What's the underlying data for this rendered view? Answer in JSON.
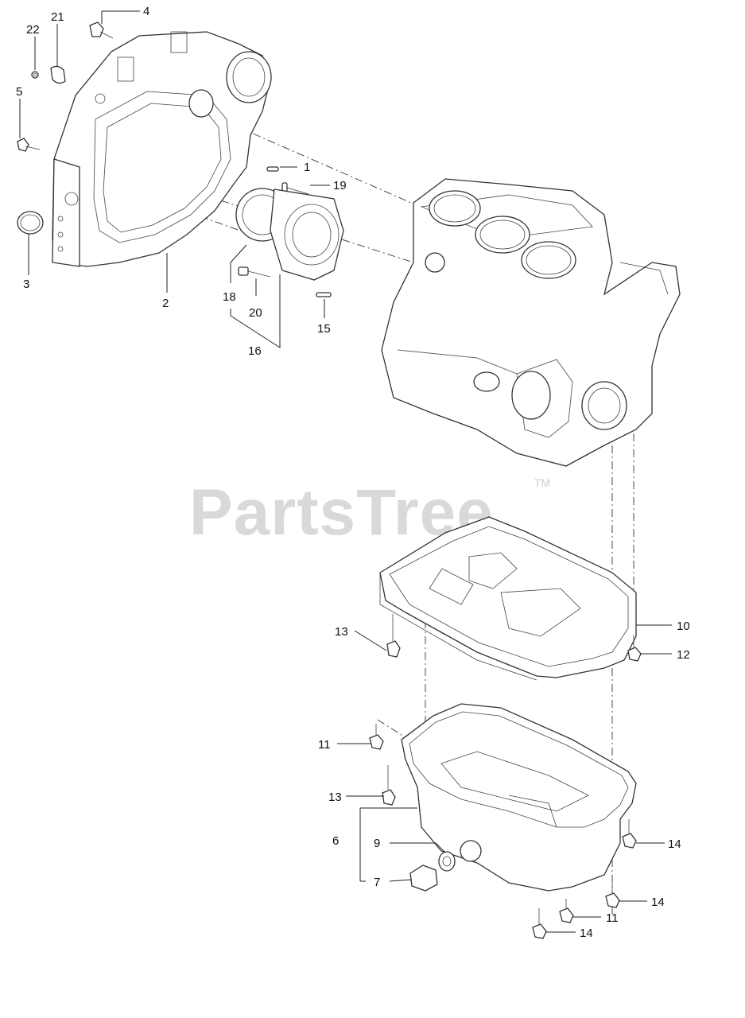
{
  "watermark": {
    "brand": "PartsTree",
    "trademark": "TM"
  },
  "callouts": [
    {
      "id": "c1",
      "label": "1"
    },
    {
      "id": "c2",
      "label": "2"
    },
    {
      "id": "c3",
      "label": "3"
    },
    {
      "id": "c4",
      "label": "4"
    },
    {
      "id": "c5",
      "label": "5"
    },
    {
      "id": "c6",
      "label": "6"
    },
    {
      "id": "c7",
      "label": "7"
    },
    {
      "id": "c9",
      "label": "9"
    },
    {
      "id": "c10",
      "label": "10"
    },
    {
      "id": "c11a",
      "label": "11"
    },
    {
      "id": "c11b",
      "label": "11"
    },
    {
      "id": "c12",
      "label": "12"
    },
    {
      "id": "c13a",
      "label": "13"
    },
    {
      "id": "c13b",
      "label": "13"
    },
    {
      "id": "c14a",
      "label": "14"
    },
    {
      "id": "c14b",
      "label": "14"
    },
    {
      "id": "c14c",
      "label": "14"
    },
    {
      "id": "c15",
      "label": "15"
    },
    {
      "id": "c16",
      "label": "16"
    },
    {
      "id": "c18",
      "label": "18"
    },
    {
      "id": "c19",
      "label": "19"
    },
    {
      "id": "c20",
      "label": "20"
    },
    {
      "id": "c21",
      "label": "21"
    },
    {
      "id": "c22",
      "label": "22"
    }
  ]
}
